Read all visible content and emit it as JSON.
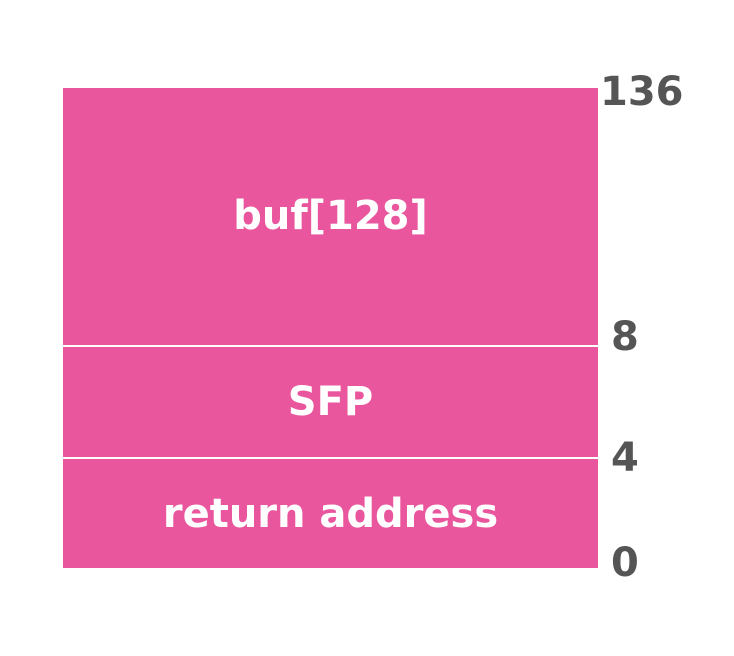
{
  "blocks": [
    {
      "label": "buf[128]"
    },
    {
      "label": "SFP"
    },
    {
      "label": "return address"
    }
  ],
  "offsets": [
    "136",
    "8",
    "4",
    "0"
  ],
  "colors": {
    "block_fill": "#e9569d",
    "block_text": "#ffffff",
    "offset_text": "#555555",
    "divider": "#ffffff"
  }
}
